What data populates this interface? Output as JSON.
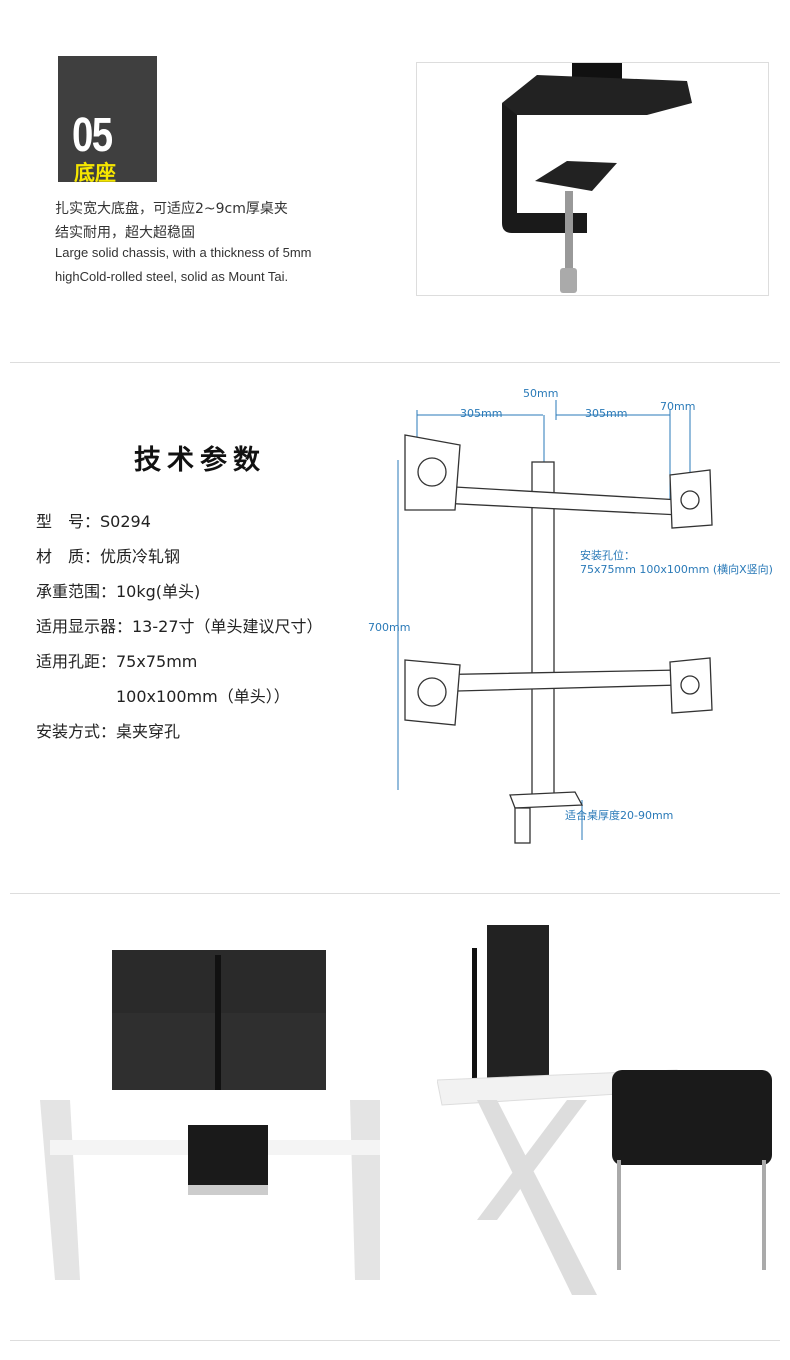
{
  "feature": {
    "number": "05",
    "label": "底座",
    "desc_cn": [
      "扎实宽大底盘，可适应2~9cm厚桌夹",
      "结实耐用，超大超稳固"
    ],
    "desc_en": [
      "Large solid chassis, with a thickness of 5mm",
      "highCold-rolled steel, solid as Mount Tai."
    ]
  },
  "specs": {
    "title": "技术参数",
    "lines": [
      "型　号：S0294",
      "材　质：优质冷轧钢",
      "承重范围：10kg(单头)",
      "适用显示器：13-27寸（单头建议尺寸）",
      "适用孔距：75x75mm",
      "　　　　　100x100mm（单头））",
      "安装方式：桌夹穿孔"
    ]
  },
  "diagram": {
    "dims": [
      "305mm",
      "50mm",
      "305mm",
      "70mm",
      "700mm"
    ],
    "hole_label": "安装孔位：",
    "hole_values": "75x75mm  100x100mm (横向X竖向)",
    "desk_thickness": "适合桌厚度20-90mm"
  },
  "colors": {
    "accent": "#f5e600",
    "dim": "#2a7ab8",
    "badge": "#3f3f3f"
  }
}
